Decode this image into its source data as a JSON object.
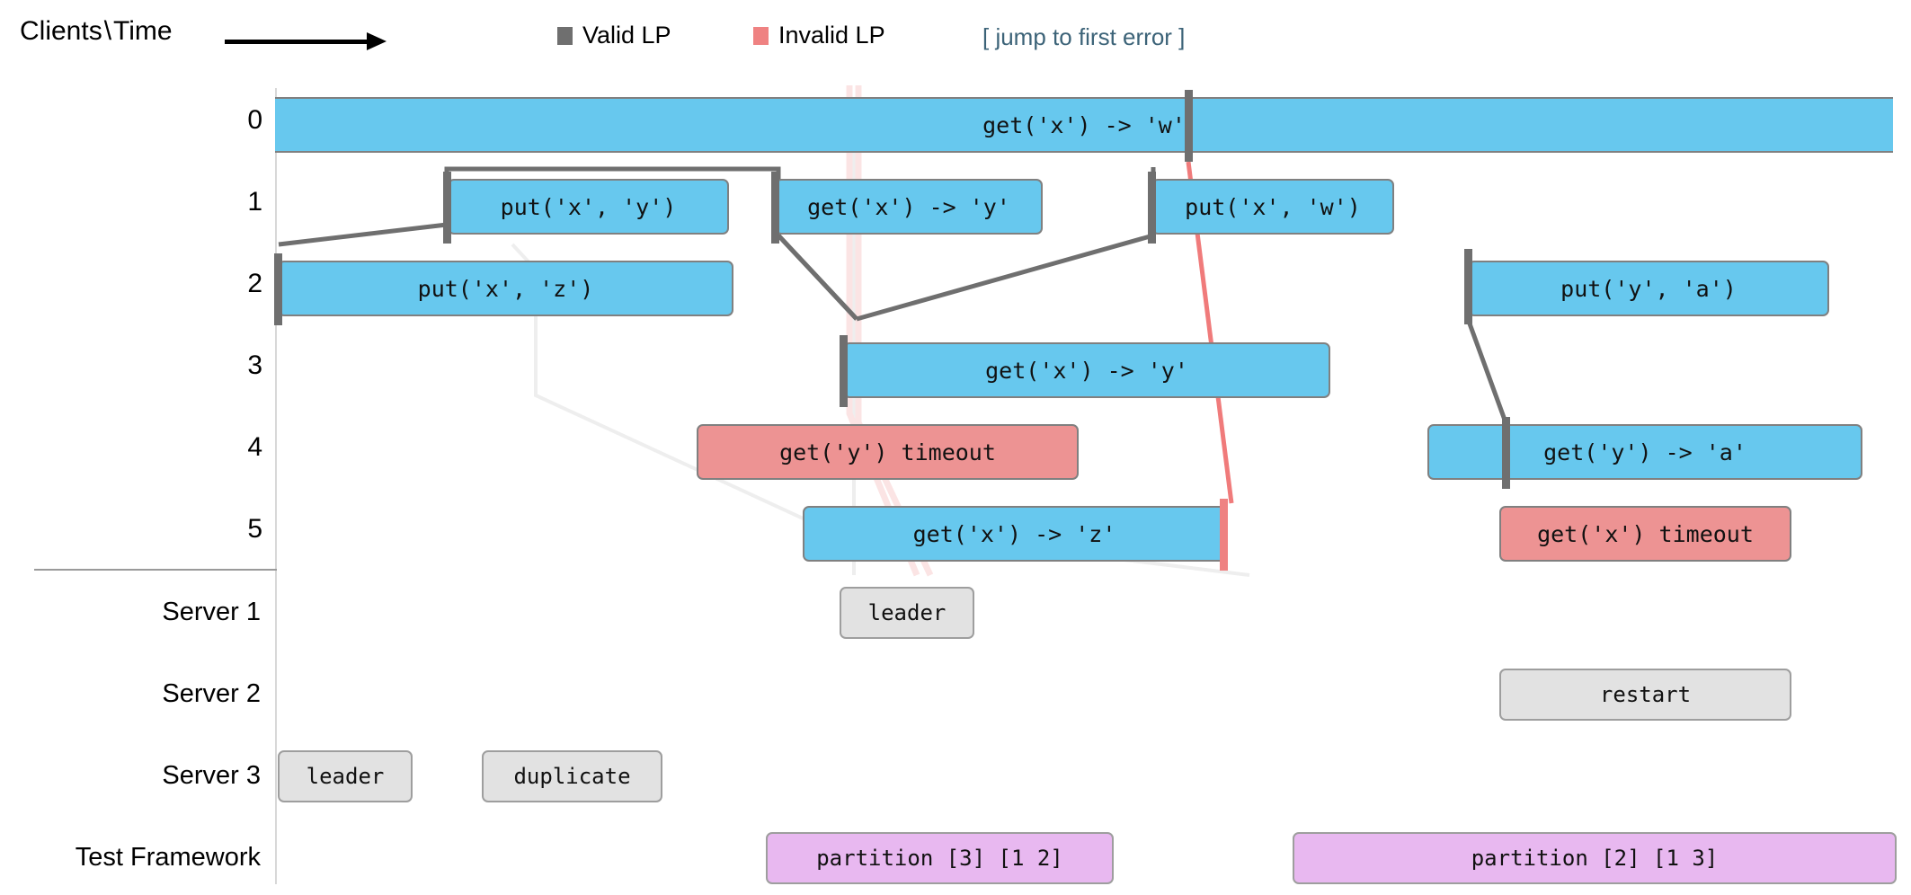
{
  "header": {
    "axis_label": "Clients",
    "axis_separator": "\\",
    "axis_time": "Time",
    "arrow_icon": "right-arrow-icon",
    "legend": [
      {
        "label": "Valid LP",
        "color": "#6f6f6f",
        "icon": "square-swatch-icon"
      },
      {
        "label": "Invalid LP",
        "color": "#ef8282",
        "icon": "square-swatch-icon"
      }
    ],
    "jump_link": "[ jump to first error ]",
    "jump_link_color": "#3c6378"
  },
  "colors": {
    "valid_bar": "#67c8ee",
    "invalid_bar": "#ed9393",
    "event_bar": "#e2e2e2",
    "partition_bar": "#e8b8f0",
    "lp_valid": "#6f6f6f",
    "lp_invalid": "#ef8282",
    "axis": "#d8d8d8"
  },
  "client_rows": [
    {
      "label": "0"
    },
    {
      "label": "1"
    },
    {
      "label": "2"
    },
    {
      "label": "3"
    },
    {
      "label": "4"
    },
    {
      "label": "5"
    }
  ],
  "server_rows": [
    {
      "label": "Server 1"
    },
    {
      "label": "Server 2"
    },
    {
      "label": "Server 3"
    },
    {
      "label": "Test Framework"
    }
  ],
  "operations": [
    {
      "id": "op0",
      "row": 0,
      "text": "get('x') -> 'w'",
      "status": "valid"
    },
    {
      "id": "op1",
      "row": 1,
      "text": "put('x', 'y')",
      "status": "valid"
    },
    {
      "id": "op2",
      "row": 1,
      "text": "get('x') -> 'y'",
      "status": "valid"
    },
    {
      "id": "op3",
      "row": 1,
      "text": "put('x', 'w')",
      "status": "valid"
    },
    {
      "id": "op4",
      "row": 2,
      "text": "put('x', 'z')",
      "status": "valid"
    },
    {
      "id": "op5",
      "row": 2,
      "text": "put('y', 'a')",
      "status": "valid"
    },
    {
      "id": "op6",
      "row": 3,
      "text": "get('x') -> 'y'",
      "status": "valid"
    },
    {
      "id": "op7",
      "row": 4,
      "text": "get('y') timeout",
      "status": "invalid"
    },
    {
      "id": "op8",
      "row": 4,
      "text": "get('y') -> 'a'",
      "status": "valid"
    },
    {
      "id": "op9",
      "row": 5,
      "text": "get('x') -> 'z'",
      "status": "valid"
    },
    {
      "id": "op10",
      "row": 5,
      "text": "get('x') timeout",
      "status": "invalid"
    }
  ],
  "events": [
    {
      "id": "ev0",
      "row": "Server 1",
      "text": "leader"
    },
    {
      "id": "ev1",
      "row": "Server 2",
      "text": "restart"
    },
    {
      "id": "ev2",
      "row": "Server 3",
      "text": "leader"
    },
    {
      "id": "ev3",
      "row": "Server 3",
      "text": "duplicate"
    },
    {
      "id": "ev4",
      "row": "Test Framework",
      "text": "partition [3] [1 2]"
    },
    {
      "id": "ev5",
      "row": "Test Framework",
      "text": "partition [2] [1 3]"
    }
  ]
}
